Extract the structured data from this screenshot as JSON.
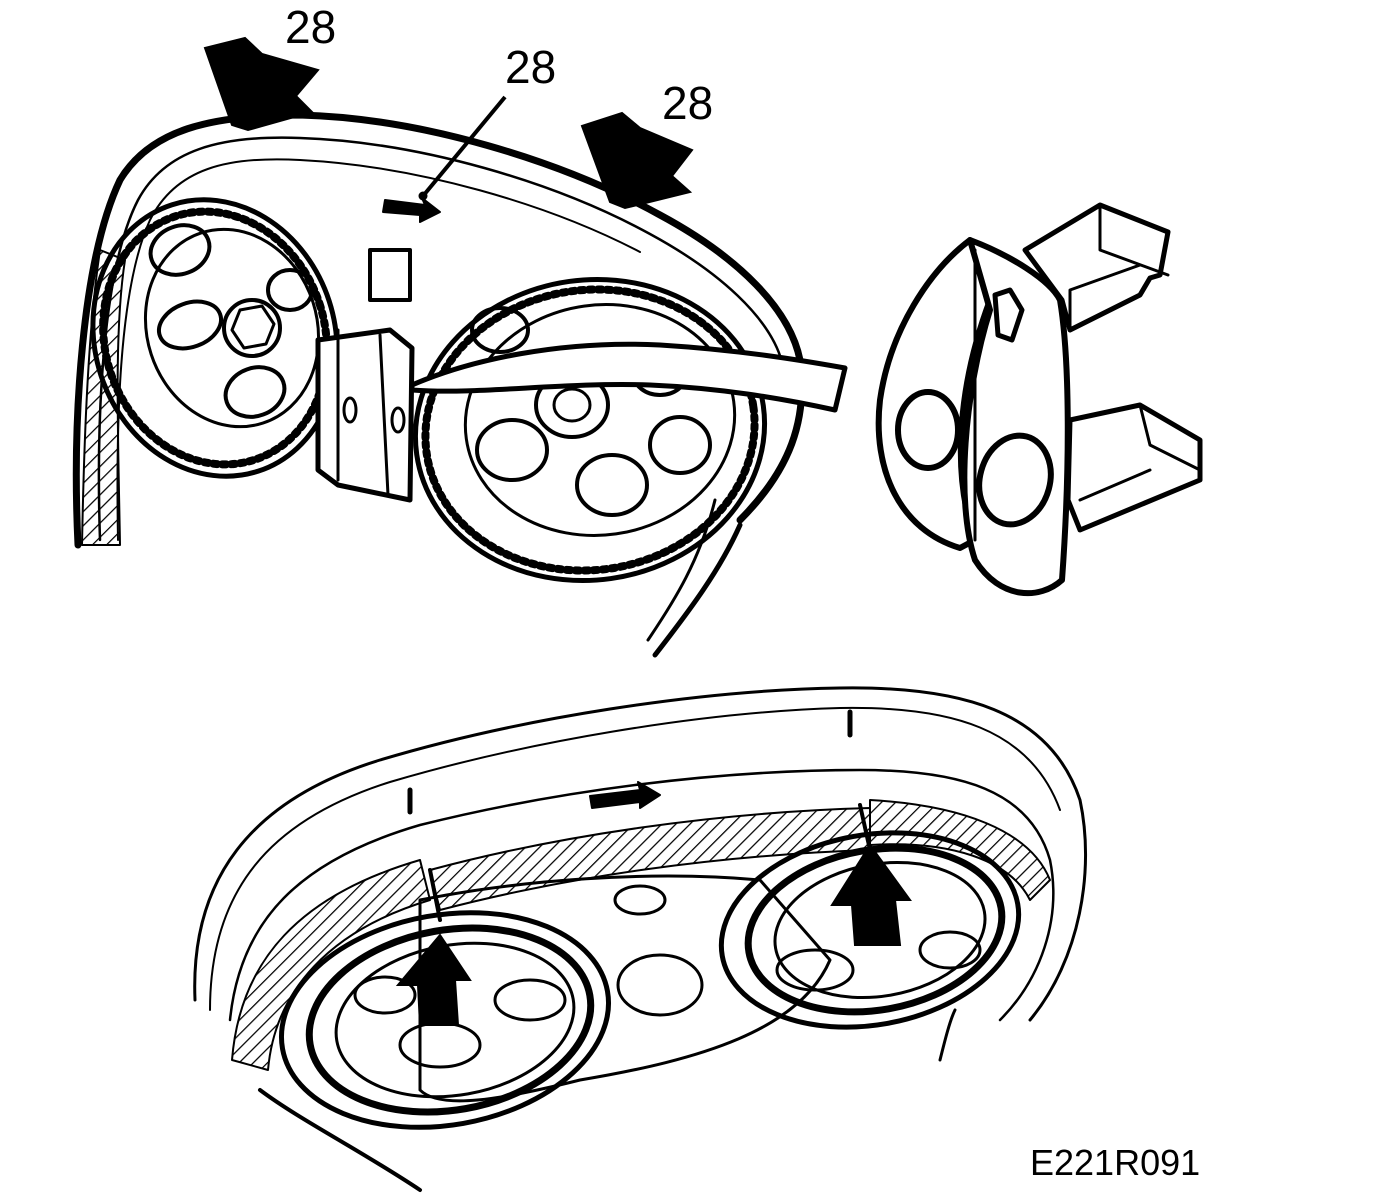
{
  "callouts": {
    "left": "28",
    "middle": "28",
    "right": "28"
  },
  "figure_code": "E221R091",
  "colors": {
    "ink": "#000000",
    "paper": "#ffffff"
  }
}
